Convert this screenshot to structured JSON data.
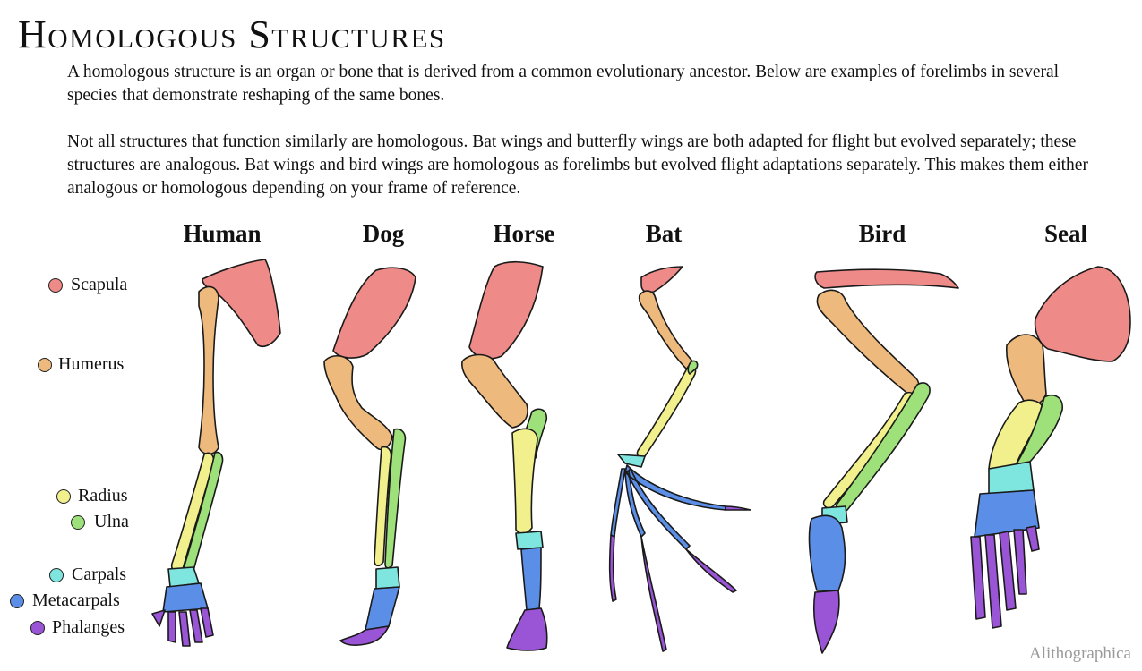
{
  "title": "Homologous Structures",
  "paragraphs": [
    "A homologous structure is an organ or bone that is derived from a common evolutionary ancestor. Below are examples of forelimbs in several species that demonstrate reshaping of the same bones.",
    "Not all structures that function similarly are homologous. Bat wings and butterfly wings are both adapted for flight but evolved separately; these structures are analogous. Bat wings and bird wings are homologous as forelimbs but evolved flight adaptations separately. This makes them either analogous or homologous depending on your frame of reference."
  ],
  "animals": [
    "Human",
    "Dog",
    "Horse",
    "Bat",
    "Bird",
    "Seal"
  ],
  "legend": [
    {
      "label": "Scapula",
      "color": "#ee8a88"
    },
    {
      "label": "Humerus",
      "color": "#edb97c"
    },
    {
      "label": "Radius",
      "color": "#f2f08c"
    },
    {
      "label": "Ulna",
      "color": "#9ee07a"
    },
    {
      "label": "Carpals",
      "color": "#7ee6de"
    },
    {
      "label": "Metacarpals",
      "color": "#5b8ee6"
    },
    {
      "label": "Phalanges",
      "color": "#9a55d6"
    }
  ],
  "credit": "Alithographica"
}
